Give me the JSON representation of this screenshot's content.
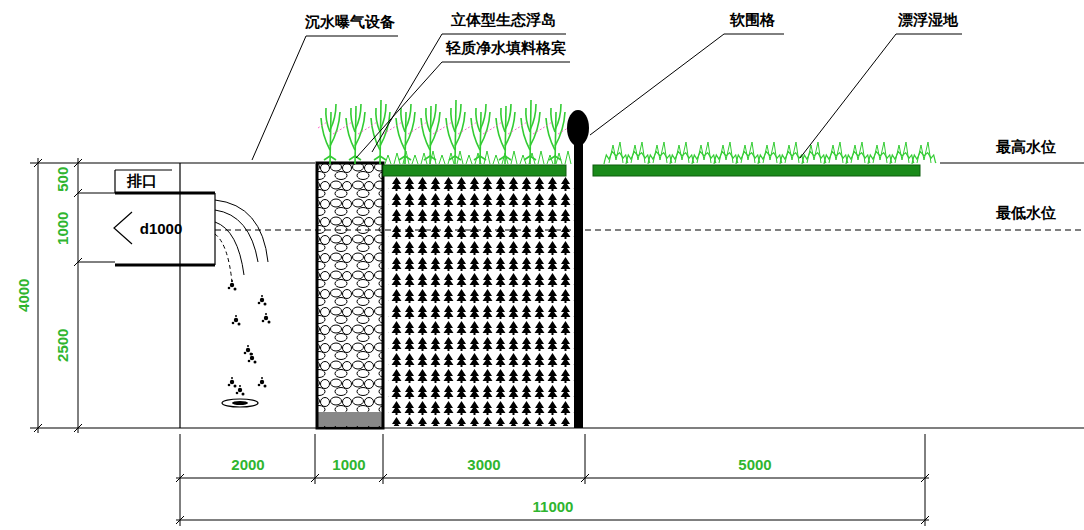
{
  "diagram": {
    "labels": [
      "沉水曝气设备",
      "立体型生态浮岛",
      "轻质净水填料格宾",
      "软围格",
      "漂浮湿地",
      "最高水位",
      "最低水位",
      "排口",
      "d1000",
      "500",
      "1000",
      "2500",
      "4000",
      "2000",
      "1000",
      "3000",
      "5000",
      "11000"
    ]
  }
}
